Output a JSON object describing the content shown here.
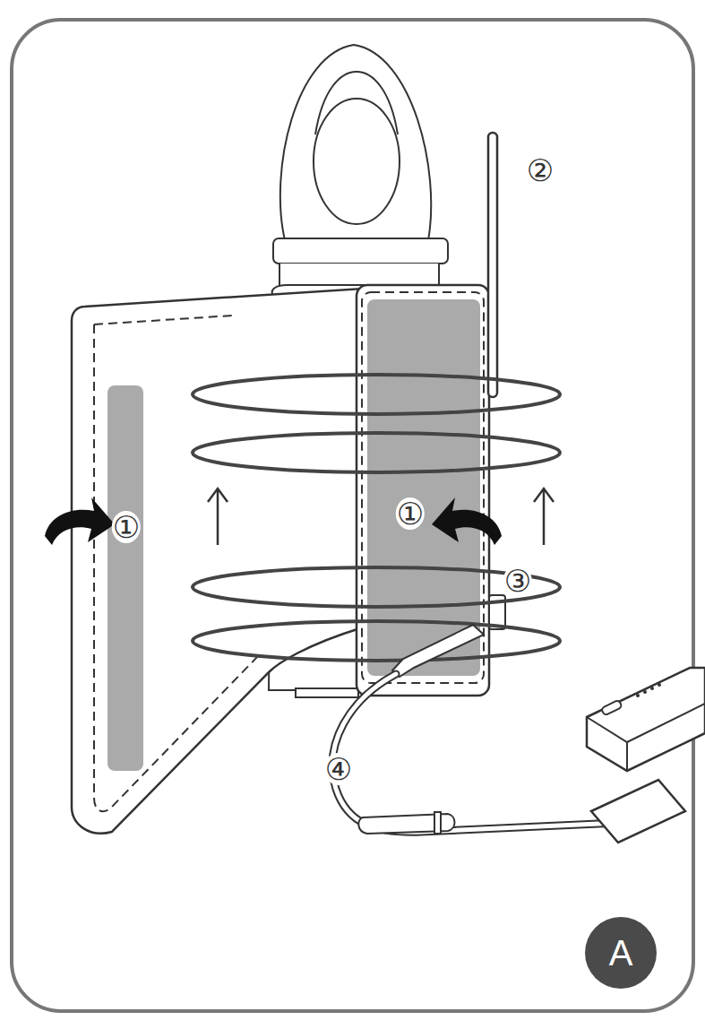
{
  "diagram": {
    "nodes": [
      {
        "text": [
          "A"
        ]
      }
    ],
    "labels": [
      "①",
      "②",
      "①",
      "③",
      "④"
    ]
  }
}
